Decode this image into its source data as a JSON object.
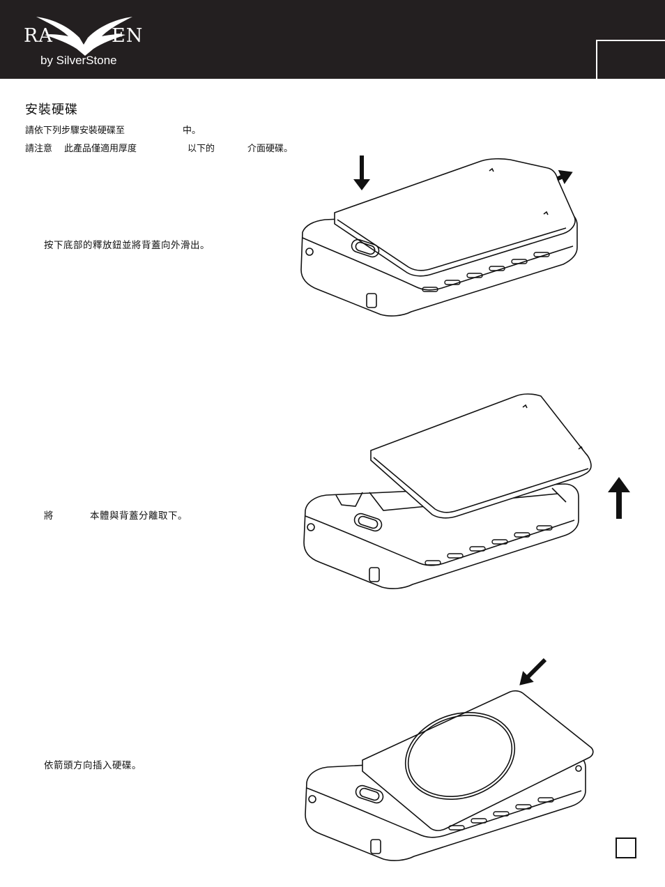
{
  "header": {
    "logo_left": "RA",
    "logo_right": "EN",
    "logo_sub": "by SilverStone"
  },
  "section": {
    "title": "安裝硬碟",
    "intro_line1_a": "請依下列步驟安裝硬碟至",
    "intro_line1_b": "中。",
    "intro_line2_a": "請注意",
    "intro_line2_b": "此產品僅適用厚度",
    "intro_line2_c": "以下的",
    "intro_line2_d": "介面硬碟。"
  },
  "steps": [
    {
      "text": "按下底部的釋放鈕並將背蓋向外滑出。"
    },
    {
      "text_a": "將",
      "text_b": "本體與背蓋分離取下。"
    },
    {
      "text": "依箭頭方向插入硬碟。"
    }
  ],
  "colors": {
    "header_bg": "#231f20",
    "ink": "#111111"
  }
}
